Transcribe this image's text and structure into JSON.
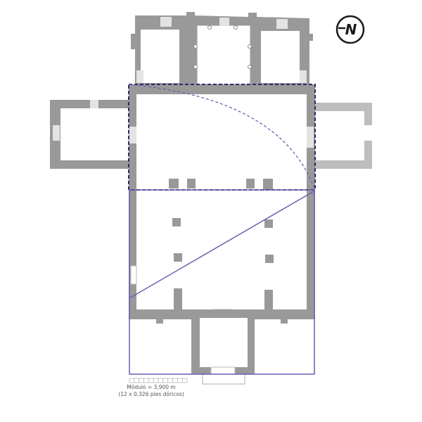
{
  "plan": {
    "north_label": "N",
    "scale": {
      "module_label": "Módulo = 3,900 m",
      "module_detail": "(12 x 0,326 pies dóricos)",
      "segments": 12
    },
    "colors": {
      "wall": "#999999",
      "wall_light": "#bdbdbd",
      "opening": "#e6e6e6",
      "geometry": "#6b5fb0",
      "dashed": "#2f2a66",
      "north": "#1a1a1a"
    }
  }
}
